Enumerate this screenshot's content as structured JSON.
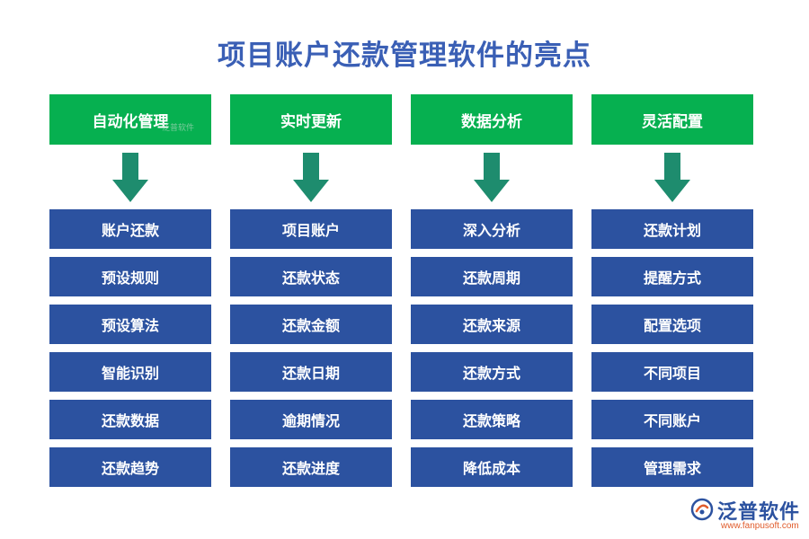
{
  "title": "项目账户还款管理软件的亮点",
  "columns": [
    {
      "header": "自动化管理",
      "items": [
        "账户还款",
        "预设规则",
        "预设算法",
        "智能识别",
        "还款数据",
        "还款趋势"
      ]
    },
    {
      "header": "实时更新",
      "items": [
        "项目账户",
        "还款状态",
        "还款金额",
        "还款日期",
        "逾期情况",
        "还款进度"
      ]
    },
    {
      "header": "数据分析",
      "items": [
        "深入分析",
        "还款周期",
        "还款来源",
        "还款方式",
        "还款策略",
        "降低成本"
      ]
    },
    {
      "header": "灵活配置",
      "items": [
        "还款计划",
        "提醒方式",
        "配置选项",
        "不同项目",
        "不同账户",
        "管理需求"
      ]
    }
  ],
  "header_watermark": "泛普软件",
  "logo": {
    "name": "泛普软件",
    "url": "www.fanpusoft.com"
  },
  "colors": {
    "title": "#3a5fb5",
    "header_bg": "#06b050",
    "arrow": "#1e8c6e",
    "item_bg": "#2c52a0",
    "logo_accent": "#e05c2c"
  }
}
